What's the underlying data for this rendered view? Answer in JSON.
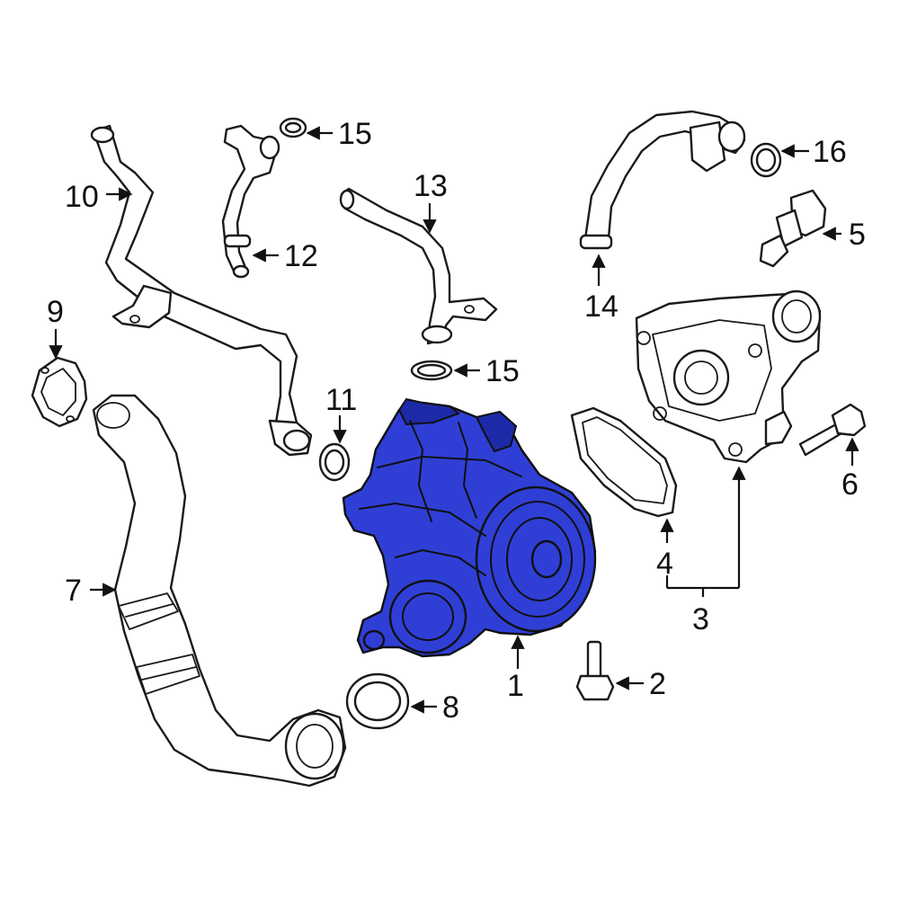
{
  "diagram": {
    "highlight_color": "#2f3fd6",
    "callouts": {
      "c1": "1",
      "c2": "2",
      "c3": "3",
      "c4": "4",
      "c5": "5",
      "c6": "6",
      "c7": "7",
      "c8": "8",
      "c9": "9",
      "c10": "10",
      "c11": "11",
      "c12": "12",
      "c13": "13",
      "c14": "14",
      "c15a": "15",
      "c15b": "15",
      "c16": "16"
    }
  }
}
